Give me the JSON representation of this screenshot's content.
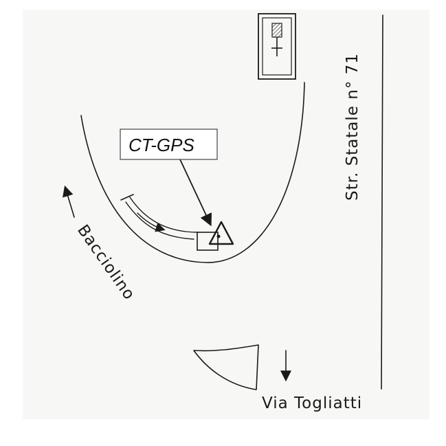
{
  "map": {
    "background_color": "#f7f7f5",
    "ink_color": "#1a1a1a",
    "site_label": "CT-GPS",
    "roads": {
      "main_road": "Str. Statale n° 71",
      "left_direction": "Bacciolino",
      "bottom_direction": "Via Togliatti"
    },
    "icons": [
      "cemetery-icon",
      "gps-triangle-icon",
      "arrow-icon"
    ]
  }
}
